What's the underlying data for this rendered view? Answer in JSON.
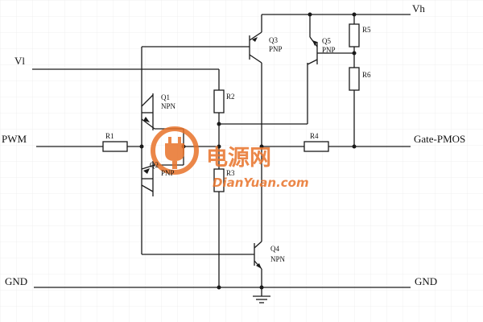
{
  "nets": {
    "vh": "Vh",
    "vl": "Vl",
    "pwm": "PWM",
    "gnd_left": "GND",
    "gnd_right": "GND",
    "gate": "Gate-PMOS"
  },
  "components": {
    "q1": {
      "name": "Q1",
      "type": "NPN"
    },
    "q2": {
      "name": "Q2",
      "type": "PNP"
    },
    "q3": {
      "name": "Q3",
      "type": "PNP"
    },
    "q4": {
      "name": "Q4",
      "type": "NPN"
    },
    "q5": {
      "name": "Q5",
      "type": "PNP"
    },
    "r1": "R1",
    "r2": "R2",
    "r3": "R3",
    "r4": "R4",
    "r5": "R5",
    "r6": "R6"
  },
  "watermark": {
    "cn": "电源网",
    "en": "DianYuan.com",
    "color": "#e8732a"
  }
}
